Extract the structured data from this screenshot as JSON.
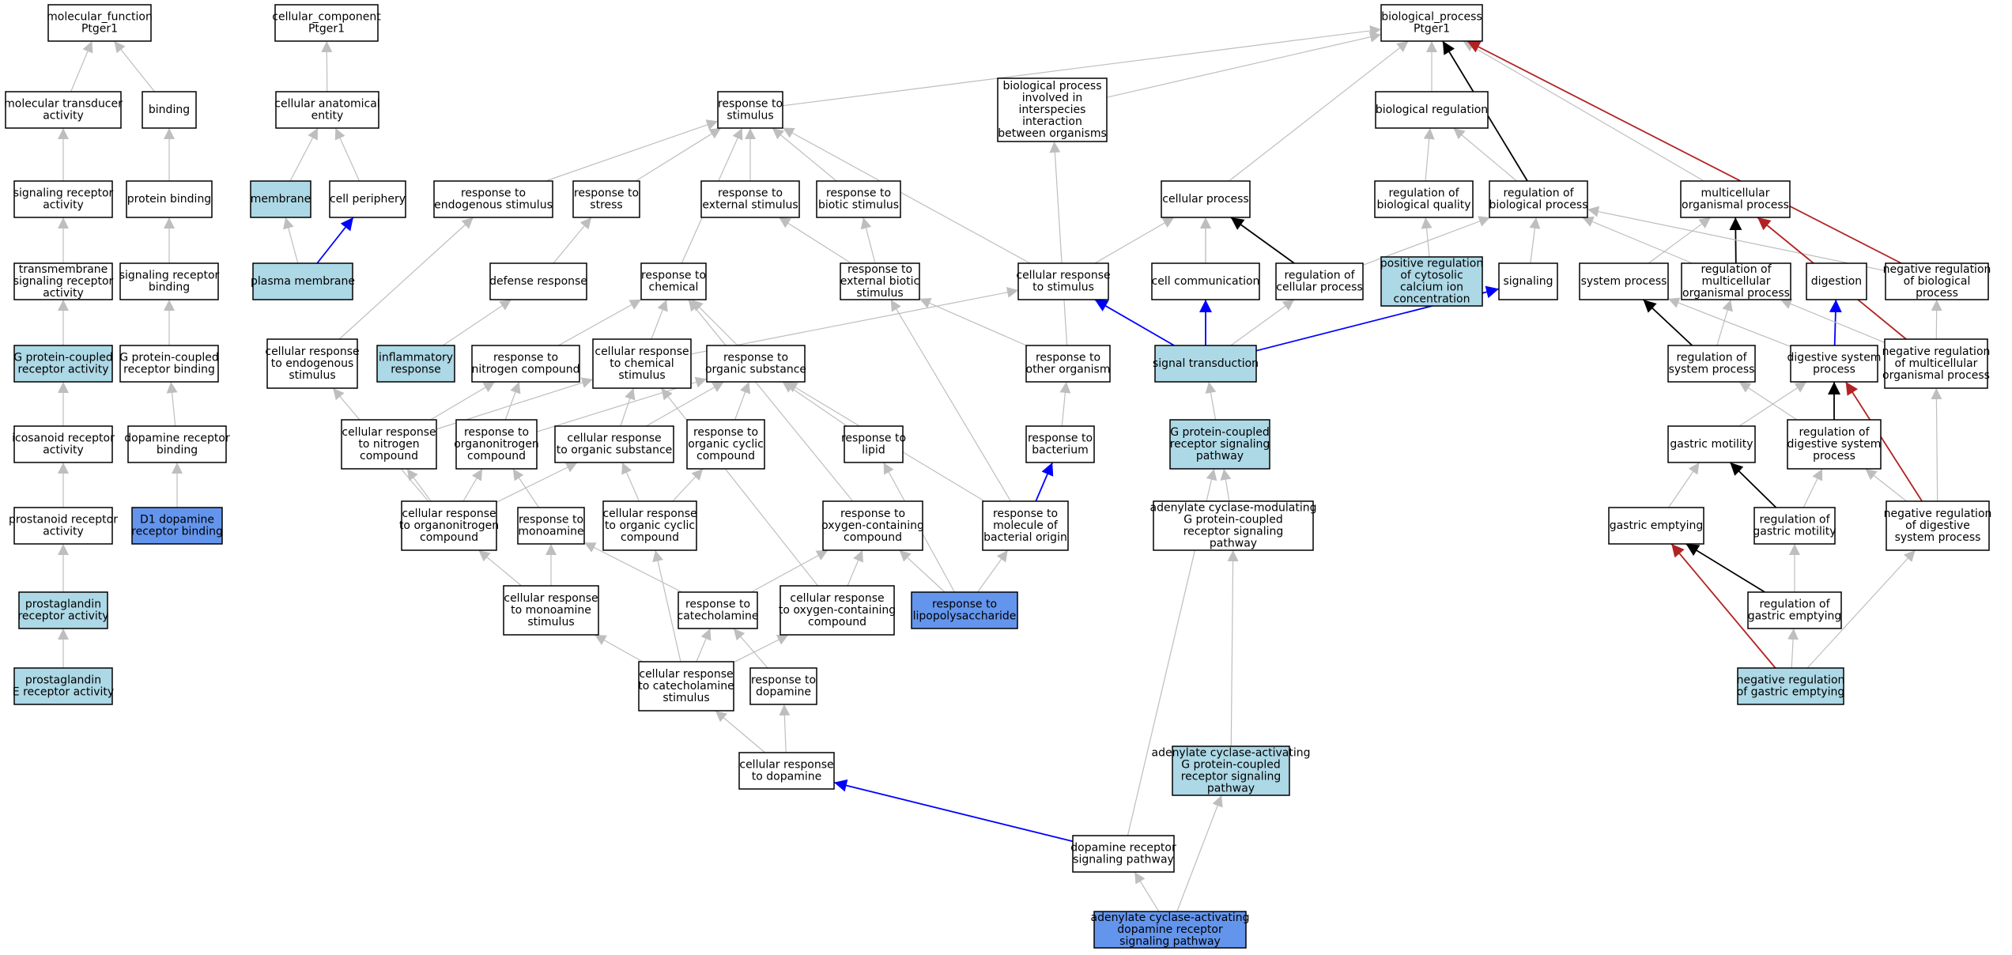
{
  "colors": {
    "white": "#ffffff",
    "light": "#add8e6",
    "dark": "#6495ed",
    "gray_edge": "#bebebe",
    "black_edge": "#000000",
    "blue_edge": "#0000ff",
    "red_edge": "#b22222"
  },
  "nodes": [
    {
      "id": "mf",
      "lines": [
        "molecular_function",
        "Ptger1"
      ],
      "fill": "white"
    },
    {
      "id": "cc",
      "lines": [
        "cellular_component",
        "Ptger1"
      ],
      "fill": "white"
    },
    {
      "id": "bp",
      "lines": [
        "biological_process",
        "Ptger1"
      ],
      "fill": "white"
    },
    {
      "id": "mta",
      "lines": [
        "molecular transducer",
        "activity"
      ],
      "fill": "white"
    },
    {
      "id": "binding",
      "lines": [
        "binding"
      ],
      "fill": "white"
    },
    {
      "id": "cae",
      "lines": [
        "cellular anatomical",
        "entity"
      ],
      "fill": "white"
    },
    {
      "id": "rts",
      "lines": [
        "response to",
        "stimulus"
      ],
      "fill": "white"
    },
    {
      "id": "bpi",
      "lines": [
        "biological process",
        "involved in",
        "interspecies",
        "interaction",
        "between organisms"
      ],
      "fill": "white"
    },
    {
      "id": "breg",
      "lines": [
        "biological regulation"
      ],
      "fill": "white"
    },
    {
      "id": "sra",
      "lines": [
        "signaling receptor",
        "activity"
      ],
      "fill": "white"
    },
    {
      "id": "pb",
      "lines": [
        "protein binding"
      ],
      "fill": "white"
    },
    {
      "id": "membrane",
      "lines": [
        "membrane"
      ],
      "fill": "light"
    },
    {
      "id": "cper",
      "lines": [
        "cell periphery"
      ],
      "fill": "white"
    },
    {
      "id": "rtes",
      "lines": [
        "response to",
        "endogenous stimulus"
      ],
      "fill": "white"
    },
    {
      "id": "rtstress",
      "lines": [
        "response to",
        "stress"
      ],
      "fill": "white"
    },
    {
      "id": "rtext",
      "lines": [
        "response to",
        "external stimulus"
      ],
      "fill": "white"
    },
    {
      "id": "rtbio",
      "lines": [
        "response to",
        "biotic stimulus"
      ],
      "fill": "white"
    },
    {
      "id": "cproc",
      "lines": [
        "cellular process"
      ],
      "fill": "white"
    },
    {
      "id": "rbq",
      "lines": [
        "regulation of",
        "biological quality"
      ],
      "fill": "white"
    },
    {
      "id": "rbp",
      "lines": [
        "regulation of",
        "biological process"
      ],
      "fill": "white"
    },
    {
      "id": "mop",
      "lines": [
        "multicellular",
        "organismal process"
      ],
      "fill": "white"
    },
    {
      "id": "tsra",
      "lines": [
        "transmembrane",
        "signaling receptor",
        "activity"
      ],
      "fill": "white"
    },
    {
      "id": "srb",
      "lines": [
        "signaling receptor",
        "binding"
      ],
      "fill": "white"
    },
    {
      "id": "pm",
      "lines": [
        "plasma membrane"
      ],
      "fill": "light"
    },
    {
      "id": "defr",
      "lines": [
        "defense response"
      ],
      "fill": "white"
    },
    {
      "id": "rtchem",
      "lines": [
        "response to",
        "chemical"
      ],
      "fill": "white"
    },
    {
      "id": "rtebs",
      "lines": [
        "response to",
        "external biotic",
        "stimulus"
      ],
      "fill": "white"
    },
    {
      "id": "crts",
      "lines": [
        "cellular response",
        "to stimulus"
      ],
      "fill": "white"
    },
    {
      "id": "ccom",
      "lines": [
        "cell communication"
      ],
      "fill": "white"
    },
    {
      "id": "rcp",
      "lines": [
        "regulation of",
        "cellular process"
      ],
      "fill": "white"
    },
    {
      "id": "prcc",
      "lines": [
        "positive regulation",
        "of cytosolic",
        "calcium ion",
        "concentration"
      ],
      "fill": "light"
    },
    {
      "id": "sig",
      "lines": [
        "signaling"
      ],
      "fill": "white"
    },
    {
      "id": "sysp",
      "lines": [
        "system process"
      ],
      "fill": "white"
    },
    {
      "id": "rmop",
      "lines": [
        "regulation of",
        "multicellular",
        "organismal process"
      ],
      "fill": "white"
    },
    {
      "id": "dig",
      "lines": [
        "digestion"
      ],
      "fill": "white"
    },
    {
      "id": "nrbp",
      "lines": [
        "negative regulation",
        "of biological",
        "process"
      ],
      "fill": "white"
    },
    {
      "id": "gpcra",
      "lines": [
        "G protein-coupled",
        "receptor activity"
      ],
      "fill": "light"
    },
    {
      "id": "gpcrb",
      "lines": [
        "G protein-coupled",
        "receptor binding"
      ],
      "fill": "white"
    },
    {
      "id": "cres",
      "lines": [
        "cellular response",
        "to endogenous",
        "stimulus"
      ],
      "fill": "white"
    },
    {
      "id": "infl",
      "lines": [
        "inflammatory",
        "response"
      ],
      "fill": "light"
    },
    {
      "id": "rtnc",
      "lines": [
        "response to",
        "nitrogen compound"
      ],
      "fill": "white"
    },
    {
      "id": "crcs",
      "lines": [
        "cellular response",
        "to chemical",
        "stimulus"
      ],
      "fill": "white"
    },
    {
      "id": "rtos",
      "lines": [
        "response to",
        "organic substance"
      ],
      "fill": "white"
    },
    {
      "id": "rtoo",
      "lines": [
        "response to",
        "other organism"
      ],
      "fill": "white"
    },
    {
      "id": "st",
      "lines": [
        "signal transduction"
      ],
      "fill": "light"
    },
    {
      "id": "rsysp",
      "lines": [
        "regulation of",
        "system process"
      ],
      "fill": "white"
    },
    {
      "id": "dsp",
      "lines": [
        "digestive system",
        "process"
      ],
      "fill": "white"
    },
    {
      "id": "nrmop",
      "lines": [
        "negative regulation",
        "of multicellular",
        "organismal process"
      ],
      "fill": "white"
    },
    {
      "id": "icra",
      "lines": [
        "icosanoid receptor",
        "activity"
      ],
      "fill": "white"
    },
    {
      "id": "drb",
      "lines": [
        "dopamine receptor",
        "binding"
      ],
      "fill": "white"
    },
    {
      "id": "crnc",
      "lines": [
        "cellular response",
        "to nitrogen",
        "compound"
      ],
      "fill": "white"
    },
    {
      "id": "rtonc",
      "lines": [
        "response to",
        "organonitrogen",
        "compound"
      ],
      "fill": "white"
    },
    {
      "id": "cros",
      "lines": [
        "cellular response",
        "to organic substance"
      ],
      "fill": "white"
    },
    {
      "id": "rtocc",
      "lines": [
        "response to",
        "organic cyclic",
        "compound"
      ],
      "fill": "white"
    },
    {
      "id": "rtlip",
      "lines": [
        "response to",
        "lipid"
      ],
      "fill": "white"
    },
    {
      "id": "rtbact",
      "lines": [
        "response to",
        "bacterium"
      ],
      "fill": "white"
    },
    {
      "id": "gpcrsp",
      "lines": [
        "G protein-coupled",
        "receptor signaling",
        "pathway"
      ],
      "fill": "light"
    },
    {
      "id": "gmot",
      "lines": [
        "gastric motility"
      ],
      "fill": "white"
    },
    {
      "id": "rdsp",
      "lines": [
        "regulation of",
        "digestive system",
        "process"
      ],
      "fill": "white"
    },
    {
      "id": "d1",
      "lines": [
        "D1 dopamine",
        "receptor binding"
      ],
      "fill": "dark"
    },
    {
      "id": "pra",
      "lines": [
        "prostanoid receptor",
        "activity"
      ],
      "fill": "white"
    },
    {
      "id": "cronc",
      "lines": [
        "cellular response",
        "to organonitrogen",
        "compound"
      ],
      "fill": "white"
    },
    {
      "id": "rtma",
      "lines": [
        "response to",
        "monoamine"
      ],
      "fill": "white"
    },
    {
      "id": "crocc",
      "lines": [
        "cellular response",
        "to organic cyclic",
        "compound"
      ],
      "fill": "white"
    },
    {
      "id": "rtocomp",
      "lines": [
        "response to",
        "oxygen-containing",
        "compound"
      ],
      "fill": "white"
    },
    {
      "id": "rtmbo",
      "lines": [
        "response to",
        "molecule of",
        "bacterial origin"
      ],
      "fill": "white"
    },
    {
      "id": "acm",
      "lines": [
        "adenylate cyclase-modulating",
        "G protein-coupled",
        "receptor signaling",
        "pathway"
      ],
      "fill": "white"
    },
    {
      "id": "gemp",
      "lines": [
        "gastric emptying"
      ],
      "fill": "white"
    },
    {
      "id": "rgm",
      "lines": [
        "regulation of",
        "gastric motility"
      ],
      "fill": "white"
    },
    {
      "id": "nrdsp",
      "lines": [
        "negative regulation",
        "of digestive",
        "system process"
      ],
      "fill": "white"
    },
    {
      "id": "pgra",
      "lines": [
        "prostaglandin",
        "receptor activity"
      ],
      "fill": "light"
    },
    {
      "id": "crms",
      "lines": [
        "cellular response",
        "to monoamine",
        "stimulus"
      ],
      "fill": "white"
    },
    {
      "id": "rtcat",
      "lines": [
        "response to",
        "catecholamine"
      ],
      "fill": "white"
    },
    {
      "id": "crocomp",
      "lines": [
        "cellular response",
        "to oxygen-containing",
        "compound"
      ],
      "fill": "white"
    },
    {
      "id": "rtlps",
      "lines": [
        "response to",
        "lipopolysaccharide"
      ],
      "fill": "dark"
    },
    {
      "id": "rge",
      "lines": [
        "regulation of",
        "gastric emptying"
      ],
      "fill": "white"
    },
    {
      "id": "pgera",
      "lines": [
        "prostaglandin",
        "E receptor activity"
      ],
      "fill": "light"
    },
    {
      "id": "crcat",
      "lines": [
        "cellular response",
        "to catecholamine",
        "stimulus"
      ],
      "fill": "white"
    },
    {
      "id": "rtdop",
      "lines": [
        "response to",
        "dopamine"
      ],
      "fill": "white"
    },
    {
      "id": "nrge",
      "lines": [
        "negative regulation",
        "of gastric emptying"
      ],
      "fill": "light"
    },
    {
      "id": "crdop",
      "lines": [
        "cellular response",
        "to dopamine"
      ],
      "fill": "white"
    },
    {
      "id": "aca",
      "lines": [
        "adenylate cyclase-activating",
        "G protein-coupled",
        "receptor signaling",
        "pathway"
      ],
      "fill": "light"
    },
    {
      "id": "drsp",
      "lines": [
        "dopamine receptor",
        "signaling pathway"
      ],
      "fill": "white"
    },
    {
      "id": "acadr",
      "lines": [
        "adenylate cyclase-activating",
        "dopamine receptor",
        "signaling pathway"
      ],
      "fill": "dark"
    }
  ],
  "edges": [
    [
      "mta",
      "mf",
      "gray"
    ],
    [
      "binding",
      "mf",
      "gray"
    ],
    [
      "cae",
      "cc",
      "gray"
    ],
    [
      "rts",
      "bp",
      "gray"
    ],
    [
      "bpi",
      "bp",
      "gray"
    ],
    [
      "breg",
      "bp",
      "gray"
    ],
    [
      "cproc",
      "bp",
      "gray"
    ],
    [
      "rbp",
      "bp",
      "black"
    ],
    [
      "mop",
      "bp",
      "gray"
    ],
    [
      "nrbp",
      "bp",
      "red"
    ],
    [
      "sra",
      "mta",
      "gray"
    ],
    [
      "pb",
      "binding",
      "gray"
    ],
    [
      "membrane",
      "cae",
      "gray"
    ],
    [
      "cper",
      "cae",
      "gray"
    ],
    [
      "rtes",
      "rts",
      "gray"
    ],
    [
      "rtstress",
      "rts",
      "gray"
    ],
    [
      "rtext",
      "rts",
      "gray"
    ],
    [
      "rtbio",
      "rts",
      "gray"
    ],
    [
      "rtchem",
      "rts",
      "gray"
    ],
    [
      "crts",
      "rts",
      "gray"
    ],
    [
      "rbq",
      "breg",
      "gray"
    ],
    [
      "rbp",
      "breg",
      "gray"
    ],
    [
      "tsra",
      "sra",
      "gray"
    ],
    [
      "srb",
      "pb",
      "gray"
    ],
    [
      "pm",
      "membrane",
      "gray"
    ],
    [
      "pm",
      "cper",
      "blue"
    ],
    [
      "defr",
      "rtstress",
      "gray"
    ],
    [
      "rtebs",
      "rtext",
      "gray"
    ],
    [
      "rtebs",
      "rtbio",
      "gray"
    ],
    [
      "crts",
      "cproc",
      "gray"
    ],
    [
      "ccom",
      "cproc",
      "gray"
    ],
    [
      "rcp",
      "cproc",
      "black"
    ],
    [
      "rcp",
      "rbp",
      "gray"
    ],
    [
      "prcc",
      "rbq",
      "gray"
    ],
    [
      "sig",
      "rbp",
      "gray"
    ],
    [
      "st",
      "cproc",
      "gray"
    ],
    [
      "sysp",
      "mop",
      "gray"
    ],
    [
      "rmop",
      "mop",
      "black"
    ],
    [
      "rmop",
      "rbp",
      "gray"
    ],
    [
      "dig",
      "mop",
      "gray"
    ],
    [
      "nrbp",
      "rbp",
      "gray"
    ],
    [
      "gpcra",
      "tsra",
      "gray"
    ],
    [
      "gpcrb",
      "srb",
      "gray"
    ],
    [
      "cres",
      "rtes",
      "gray"
    ],
    [
      "infl",
      "defr",
      "gray"
    ],
    [
      "rtnc",
      "rtchem",
      "gray"
    ],
    [
      "crcs",
      "rtchem",
      "gray"
    ],
    [
      "crcs",
      "crts",
      "gray"
    ],
    [
      "rtos",
      "rtchem",
      "gray"
    ],
    [
      "rtoo",
      "rtebs",
      "gray"
    ],
    [
      "rtoo",
      "bpi",
      "gray"
    ],
    [
      "st",
      "crts",
      "blue"
    ],
    [
      "st",
      "ccom",
      "blue"
    ],
    [
      "st",
      "rcp",
      "gray"
    ],
    [
      "st",
      "sig",
      "blue"
    ],
    [
      "rsysp",
      "sysp",
      "black"
    ],
    [
      "rsysp",
      "rmop",
      "gray"
    ],
    [
      "dsp",
      "sysp",
      "gray"
    ],
    [
      "dsp",
      "dig",
      "blue"
    ],
    [
      "nrmop",
      "rmop",
      "gray"
    ],
    [
      "nrmop",
      "nrbp",
      "gray"
    ],
    [
      "nrmop",
      "mop",
      "red"
    ],
    [
      "icra",
      "gpcra",
      "gray"
    ],
    [
      "drb",
      "gpcrb",
      "gray"
    ],
    [
      "crnc",
      "rtnc",
      "gray"
    ],
    [
      "crnc",
      "crcs",
      "gray"
    ],
    [
      "rtonc",
      "rtnc",
      "gray"
    ],
    [
      "rtonc",
      "rtos",
      "gray"
    ],
    [
      "cros",
      "rtos",
      "gray"
    ],
    [
      "cros",
      "crcs",
      "gray"
    ],
    [
      "rtocc",
      "rtos",
      "gray"
    ],
    [
      "rtlip",
      "rtos",
      "gray"
    ],
    [
      "rtbact",
      "rtoo",
      "gray"
    ],
    [
      "gpcrsp",
      "st",
      "gray"
    ],
    [
      "gmot",
      "dsp",
      "gray"
    ],
    [
      "rdsp",
      "dsp",
      "black"
    ],
    [
      "rdsp",
      "rsysp",
      "gray"
    ],
    [
      "d1",
      "drb",
      "gray"
    ],
    [
      "pra",
      "icra",
      "gray"
    ],
    [
      "cronc",
      "cres",
      "gray"
    ],
    [
      "cronc",
      "crnc",
      "gray"
    ],
    [
      "cronc",
      "rtonc",
      "gray"
    ],
    [
      "cronc",
      "cros",
      "gray"
    ],
    [
      "rtma",
      "rtonc",
      "gray"
    ],
    [
      "crocc",
      "cros",
      "gray"
    ],
    [
      "crocc",
      "rtocc",
      "gray"
    ],
    [
      "rtocomp",
      "rtchem",
      "gray"
    ],
    [
      "rtmbo",
      "rtbact",
      "blue"
    ],
    [
      "rtmbo",
      "rtos",
      "gray"
    ],
    [
      "rtmbo",
      "rtebs",
      "gray"
    ],
    [
      "acm",
      "gpcrsp",
      "gray"
    ],
    [
      "gemp",
      "gmot",
      "gray"
    ],
    [
      "rgm",
      "gmot",
      "black"
    ],
    [
      "rgm",
      "rdsp",
      "gray"
    ],
    [
      "nrdsp",
      "rdsp",
      "gray"
    ],
    [
      "nrdsp",
      "nrmop",
      "gray"
    ],
    [
      "nrdsp",
      "dsp",
      "red"
    ],
    [
      "pgra",
      "pra",
      "gray"
    ],
    [
      "crms",
      "rtma",
      "gray"
    ],
    [
      "crms",
      "cronc",
      "gray"
    ],
    [
      "rtcat",
      "rtma",
      "gray"
    ],
    [
      "rtcat",
      "rtocomp",
      "gray"
    ],
    [
      "crocomp",
      "rtocomp",
      "gray"
    ],
    [
      "crocomp",
      "crcs",
      "gray"
    ],
    [
      "rtlps",
      "rtocomp",
      "gray"
    ],
    [
      "rtlps",
      "rtlip",
      "gray"
    ],
    [
      "rtlps",
      "rtmbo",
      "gray"
    ],
    [
      "rge",
      "gemp",
      "black"
    ],
    [
      "rge",
      "rgm",
      "gray"
    ],
    [
      "pgera",
      "pgra",
      "gray"
    ],
    [
      "crcat",
      "rtcat",
      "gray"
    ],
    [
      "crcat",
      "crms",
      "gray"
    ],
    [
      "crcat",
      "crocomp",
      "gray"
    ],
    [
      "crcat",
      "crocc",
      "gray"
    ],
    [
      "rtdop",
      "rtcat",
      "gray"
    ],
    [
      "nrge",
      "rge",
      "gray"
    ],
    [
      "nrge",
      "gemp",
      "red"
    ],
    [
      "nrge",
      "nrdsp",
      "gray"
    ],
    [
      "crdop",
      "crcat",
      "gray"
    ],
    [
      "crdop",
      "rtdop",
      "gray"
    ],
    [
      "aca",
      "acm",
      "gray"
    ],
    [
      "drsp",
      "crdop",
      "blue"
    ],
    [
      "drsp",
      "gpcrsp",
      "gray"
    ],
    [
      "acadr",
      "aca",
      "gray"
    ],
    [
      "acadr",
      "drsp",
      "gray"
    ]
  ]
}
